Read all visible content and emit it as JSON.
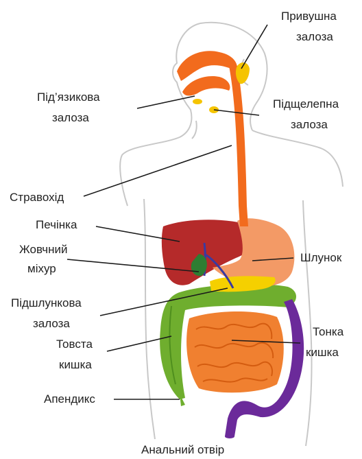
{
  "labels": {
    "parotid_1": "Привушна",
    "parotid_2": "залоза",
    "sublingual_1": "Під’язикова",
    "sublingual_2": "залоза",
    "submandibular_1": "Підщелепна",
    "submandibular_2": "залоза",
    "esophagus": "Стравохід",
    "liver": "Печінка",
    "gallbladder_1": "Жовчний",
    "gallbladder_2": "міхур",
    "stomach": "Шлунок",
    "pancreas_1": "Підшлункова",
    "pancreas_2": "залоза",
    "small_intestine_1": "Тонка",
    "small_intestine_2": "кишка",
    "large_intestine_1": "Товста",
    "large_intestine_2": "кишка",
    "appendix": "Апендикс",
    "anus": "Анальний отвір"
  },
  "colors": {
    "outline": "#c8c8c8",
    "digestive_tract": "#f26b1d",
    "salivary_glands": "#f5c400",
    "liver": "#b52a2a",
    "stomach": "#f39a66",
    "gallbladder": "#2e7d32",
    "bile_duct": "#3a3aa0",
    "pancreas": "#f5d000",
    "large_intestine": "#6fae2e",
    "small_intestine": "#f08030",
    "rectum": "#6b2a9a",
    "leader_line": "#1a1a1a"
  }
}
